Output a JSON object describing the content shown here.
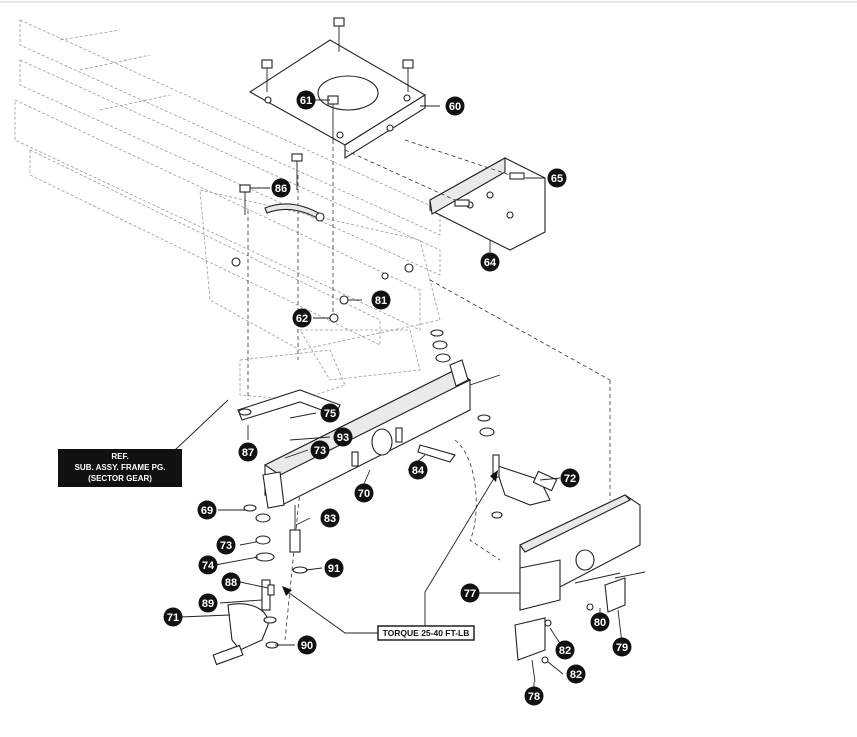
{
  "reference_note": {
    "lines": [
      "REF.",
      "SUB. ASSY. FRAME PG.",
      "(SECTOR GEAR)"
    ]
  },
  "torque_note": "TORQUE 25-40 FT-LB",
  "callouts": [
    "60",
    "61",
    "62",
    "64",
    "65",
    "69",
    "70",
    "71",
    "72",
    "73",
    "73",
    "74",
    "75",
    "77",
    "78",
    "79",
    "80",
    "81",
    "82",
    "82",
    "83",
    "84",
    "86",
    "87",
    "88",
    "89",
    "90",
    "91",
    "93"
  ]
}
